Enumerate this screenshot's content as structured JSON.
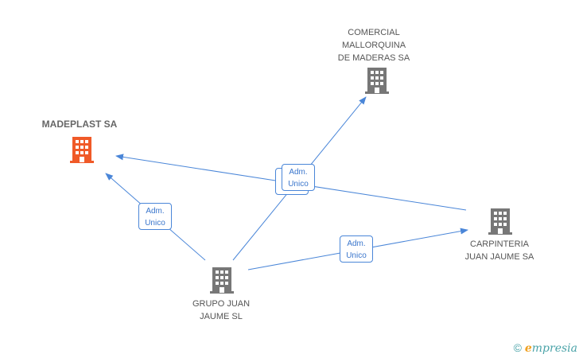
{
  "colors": {
    "edge": "#4a86d8",
    "node": "#777777",
    "highlight": "#f05a28"
  },
  "nodes": {
    "madeplast": {
      "label": "MADEPLAST SA"
    },
    "comercial": {
      "label": "COMERCIAL\nMALLORQUINA\nDE MADERAS SA"
    },
    "carpinteria": {
      "label": "CARPINTERIA\nJUAN JAUME SA"
    },
    "grupo": {
      "label": "GRUPO JUAN\nJAUME  SL"
    }
  },
  "edges": {
    "grupo_madeplast": {
      "line1": "Adm.",
      "line2": "Unico"
    },
    "grupo_comercial": {
      "line1": "Adm.",
      "line2": "Unico"
    },
    "carpinteria_madeplast": {
      "line1": "Adm.",
      "line2": "Unico"
    },
    "grupo_carpinteria": {
      "line1": "Adm.",
      "line2": "Unico"
    }
  },
  "footer": {
    "copyright": "©",
    "brand_first": "e",
    "brand_rest": "mpresia"
  }
}
